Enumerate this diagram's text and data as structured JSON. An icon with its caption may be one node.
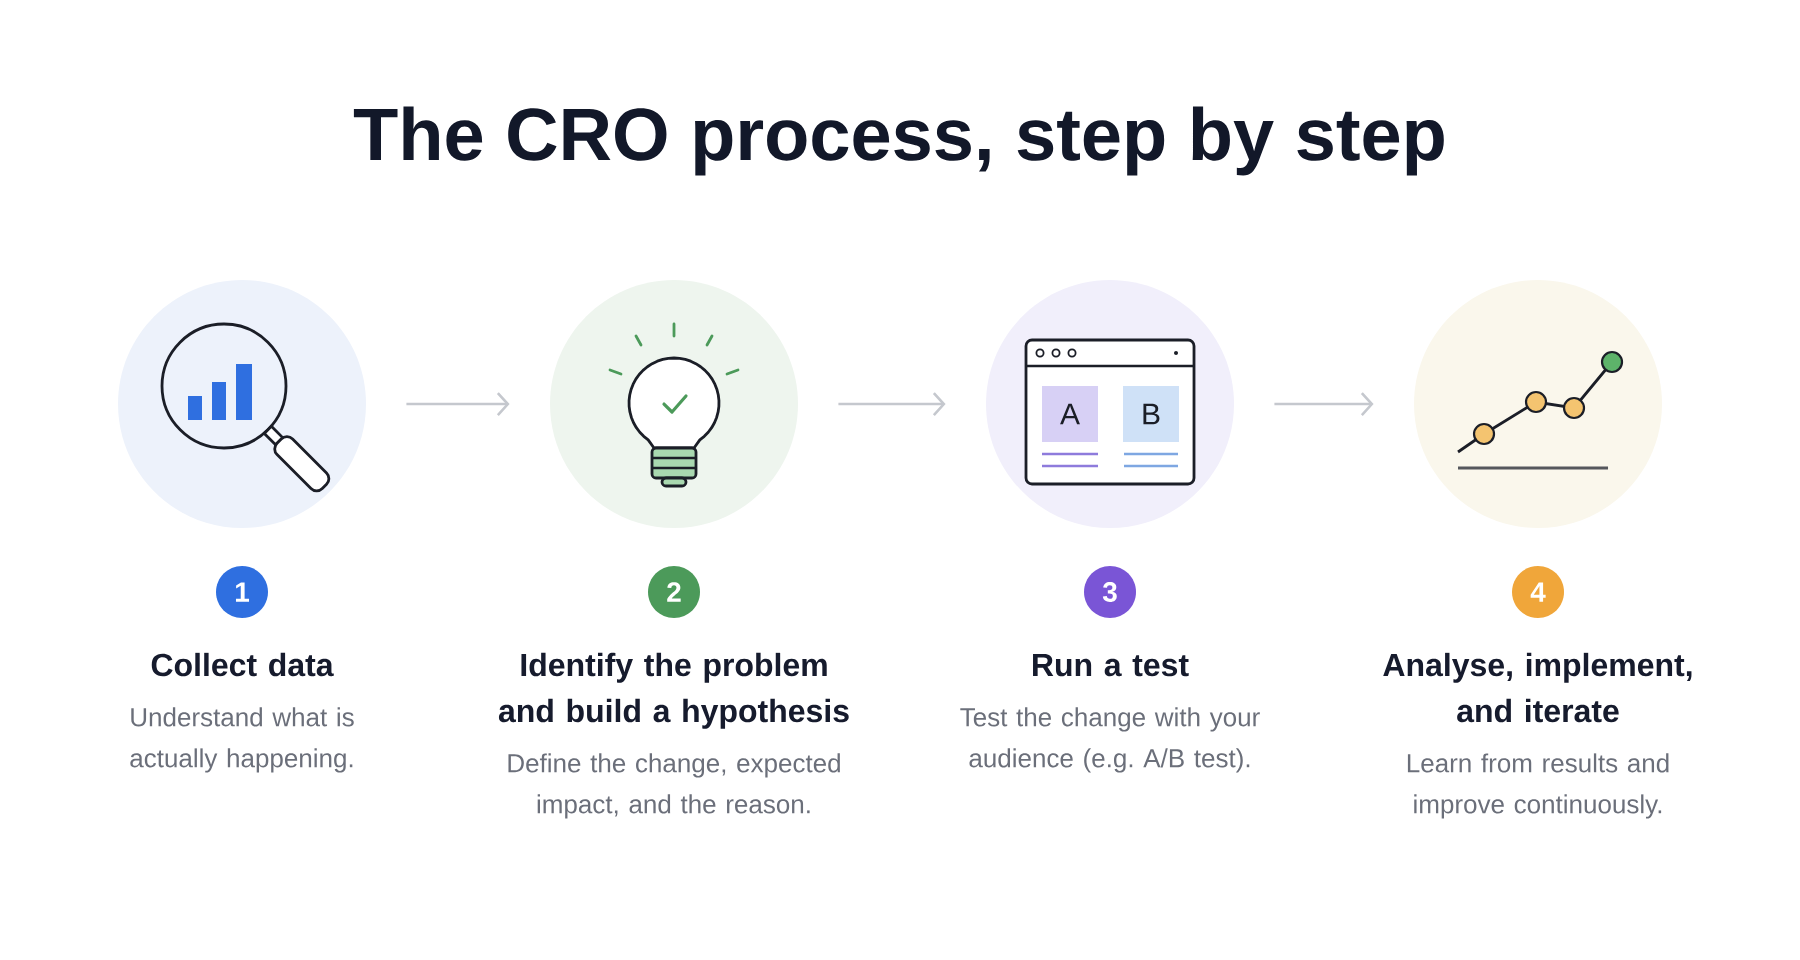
{
  "diagram": {
    "title": "The CRO process, step by step",
    "nodes": [
      {
        "text": [],
        "shape": "picture"
      },
      {
        "text": [
          "1"
        ],
        "beside": [
          "Collect data",
          "Understand what is actually happening."
        ]
      },
      {
        "text": [],
        "shape": "picture"
      },
      {
        "text": [
          "2"
        ],
        "beside": [
          "Identify the problem and build a hypothesis",
          "Define the change, expected impact, and the reason."
        ]
      },
      {
        "text": [],
        "shape": "picture"
      },
      {
        "text": [
          "A"
        ],
        "in": 4
      },
      {
        "text": [
          "B"
        ],
        "in": 4
      },
      {
        "text": [
          "3"
        ],
        "beside": [
          "Run a test",
          "Test the change with your audience (e.g. A/B test)."
        ]
      },
      {
        "text": [],
        "shape": "picture"
      },
      {
        "text": [
          "4"
        ],
        "beside": [
          "Analyse, implement, and iterate",
          "Learn from results and improve continuously."
        ]
      }
    ],
    "edges": [
      {
        "from": 0,
        "to": 2,
        "arrow": "to"
      },
      {
        "from": 2,
        "to": 4,
        "arrow": "to"
      },
      {
        "from": 4,
        "to": 8,
        "arrow": "to"
      }
    ]
  }
}
